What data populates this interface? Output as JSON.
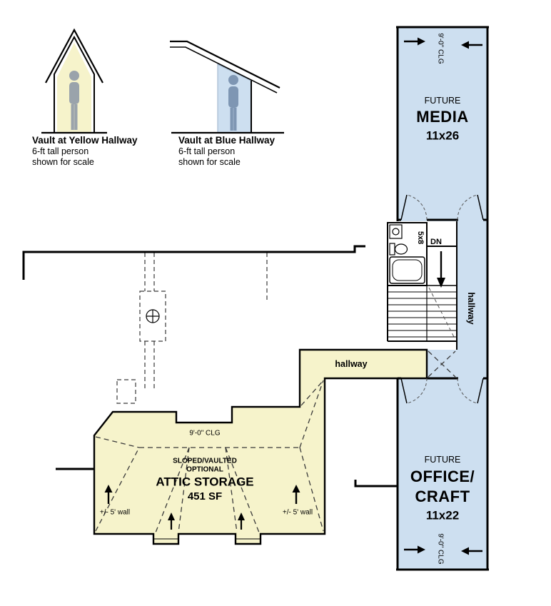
{
  "legend": {
    "yellow_vault": {
      "title": "Vault at Yellow Hallway",
      "line1": "6-ft tall person",
      "line2": "shown for scale"
    },
    "blue_vault": {
      "title": "Vault at Blue Hallway",
      "line1": "6-ft tall person",
      "line2": "shown for scale"
    }
  },
  "rooms": {
    "media": {
      "prefix": "FUTURE",
      "name": "MEDIA",
      "size": "11x26"
    },
    "office": {
      "prefix": "FUTURE",
      "name_line1": "OFFICE/",
      "name_line2": "CRAFT",
      "size": "11x22"
    },
    "bath": {
      "size": "5x8"
    },
    "blue_hallway": {
      "name": "hallway"
    },
    "yellow_hallway": {
      "name": "hallway"
    },
    "attic": {
      "ceiling": "9'-0\" CLG",
      "note_line1": "SLOPED/VAULTED",
      "note_line2": "OPTIONAL",
      "name": "ATTIC STORAGE",
      "area": "451 SF",
      "wall_note_left": "+/- 5' wall",
      "wall_note_right": "+/- 5' wall"
    }
  },
  "annotations": {
    "ceiling_top": "9'-0\" CLG",
    "ceiling_bottom": "9'-0\" CLG",
    "stairs_down": "DN"
  },
  "icons": {
    "arrow_right": "→",
    "arrow_left": "←",
    "arrow_up": "↑",
    "arrow_down": "↓"
  },
  "colors": {
    "yellow_fill": "#f6f3cb",
    "blue_fill": "#cddff0",
    "line": "#000000"
  }
}
